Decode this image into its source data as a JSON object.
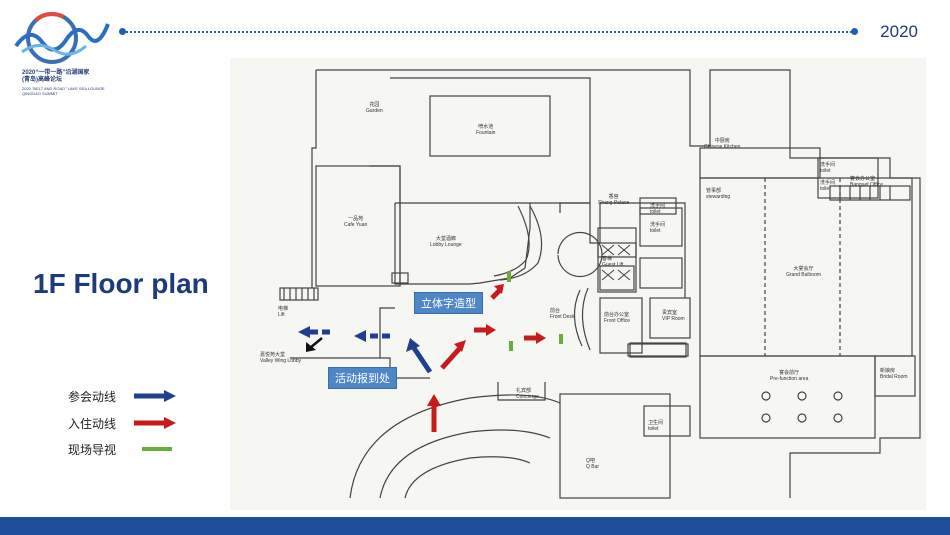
{
  "header": {
    "year": "2020"
  },
  "logo": {
    "line1": "2020“一带一路”沿湖国家",
    "line2": "(青岛)高峰论坛",
    "line3": "2020 \"BELT AND ROAD\" LAKE SEA LOUNGE",
    "line4": "QINGDAO SUMMIT"
  },
  "page": {
    "title": "1F Floor plan"
  },
  "legend": [
    {
      "label": "参会动线",
      "color": "#1f3f8f"
    },
    {
      "label": "入住动线",
      "color": "#c81a1a"
    },
    {
      "label": "现场导视",
      "color": "#6aae3a"
    }
  ],
  "tags": {
    "sculpture": "立体字造型",
    "registration": "活动报到处"
  },
  "rooms": {
    "garden": "花园",
    "garden_en": "Garden",
    "fountain": "喷水池",
    "fountain_en": "Fountain",
    "cafe": "一品苑",
    "cafe_en": "Cafe Yuan",
    "lobby_lounge": "大堂酒廊",
    "lobby_lounge_en": "Lobby Lounge",
    "shang_palace_cn": "香宫",
    "shang_palace": "Shang Palace",
    "chinese_kitchen_cn": "中厨房",
    "chinese_kitchen": "Chinese Kitchen",
    "washroom_cn": "洗手间",
    "toilet": "toilet",
    "banquet_cn": "宴会办公室",
    "banquet": "Banquet Office",
    "stewarding_cn": "管事部",
    "stewarding": "stewarding",
    "guest_lift_cn": "客梯",
    "guest_lift": "Guest Lift",
    "ballroom_cn": "大宴会厅",
    "ballroom": "Grand Ballroom",
    "lift_cn": "电梯",
    "lift": "Lift",
    "valley_cn": "嘉悦苑大堂",
    "valley": "Valley Wing Lobby",
    "front_desk_cn": "前台",
    "front_desk": "Front Desk",
    "front_office_cn": "前台办公室",
    "front_office": "Front Office",
    "vip_cn": "贵宾室",
    "vip": "VIP Room",
    "prefunction_cn": "宴会前厅",
    "prefunction": "Pre-function area",
    "bridal_cn": "新娘房",
    "bridal": "Bridal Room",
    "concierge_cn": "礼宾部",
    "concierge": "Concierge",
    "toilet2_cn": "卫生间",
    "qbar": "Q吧",
    "qbar_en": "Q Bar"
  }
}
